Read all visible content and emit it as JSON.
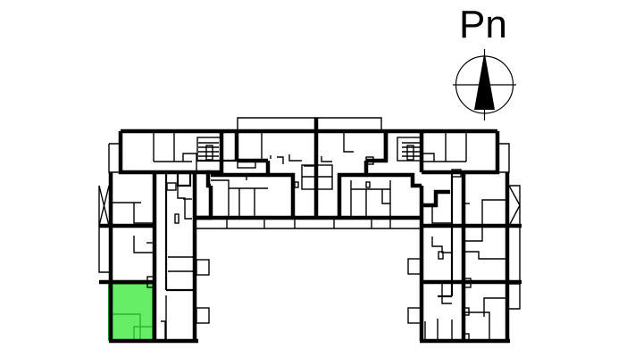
{
  "compass": {
    "label": "Pn",
    "icon": "north-arrow-icon"
  },
  "floor_plan": {
    "highlighted_unit": {
      "color": "#66ee66",
      "border_color": "#2fb52f",
      "position": "south-west corner of west wing"
    },
    "wall_color": "#000000",
    "background": "#ffffff",
    "shape": "U-shaped building with two wings and central north block"
  }
}
